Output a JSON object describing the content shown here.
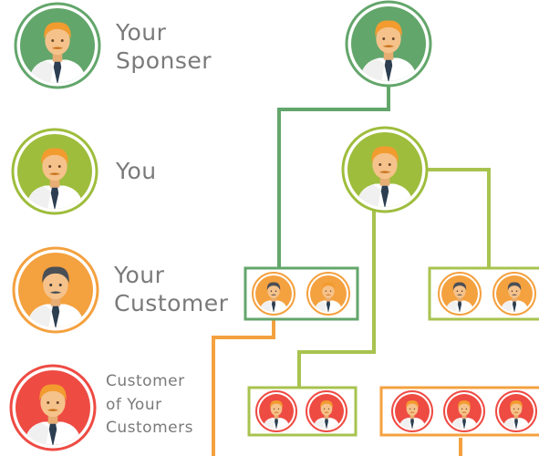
{
  "legend": {
    "sponsor_line1": "Your",
    "sponsor_line2": "Sponser",
    "you": "You",
    "customer_line1": "Your",
    "customer_line2": "Customer",
    "coc_line1": "Customer",
    "coc_line2": "of Your",
    "coc_line3": "Customers"
  },
  "colors": {
    "sponsor": "#63a66b",
    "you": "#9ebd3c",
    "customer": "#f4a13f",
    "customer_of_customer": "#ee4b43",
    "shirt": "#ffffff",
    "tie": "#2c3e50",
    "skin": "#f6c28b",
    "hair_light": "#f29b2f",
    "hair_dark": "#4a4f56"
  },
  "icons": {
    "person": "person-avatar-icon"
  }
}
